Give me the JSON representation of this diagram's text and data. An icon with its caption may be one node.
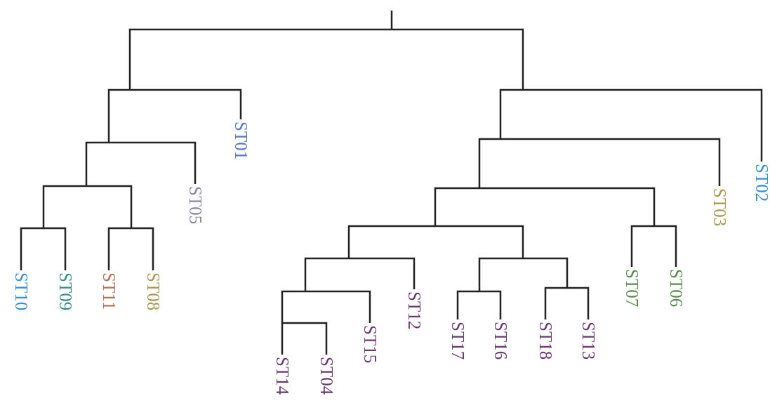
{
  "diagram": {
    "nodes": [
      {
        "text": [
          "ST10"
        ]
      },
      {
        "text": [
          "ST09"
        ]
      },
      {
        "text": [
          "ST11"
        ]
      },
      {
        "text": [
          "ST08"
        ]
      },
      {
        "text": [
          "ST05"
        ]
      },
      {
        "text": [
          "ST01"
        ]
      },
      {
        "text": [
          "ST14"
        ]
      },
      {
        "text": [
          "ST04"
        ]
      },
      {
        "text": [
          "ST15"
        ]
      },
      {
        "text": [
          "ST12"
        ]
      },
      {
        "text": [
          "ST17"
        ]
      },
      {
        "text": [
          "ST16"
        ]
      },
      {
        "text": [
          "ST18"
        ]
      },
      {
        "text": [
          "ST13"
        ]
      },
      {
        "text": [
          "ST07"
        ]
      },
      {
        "text": [
          "ST06"
        ]
      },
      {
        "text": [
          "ST03"
        ]
      },
      {
        "text": [
          "ST02"
        ]
      }
    ],
    "edges": [
      {
        "from": null,
        "to": 0,
        "arrow": "none"
      },
      {
        "from": null,
        "to": 1,
        "arrow": "none"
      },
      {
        "from": null,
        "to": 2,
        "arrow": "none"
      },
      {
        "from": null,
        "to": 3,
        "arrow": "none"
      },
      {
        "from": null,
        "to": 4,
        "arrow": "none"
      },
      {
        "from": null,
        "to": 5,
        "arrow": "none"
      },
      {
        "from": null,
        "to": 6,
        "arrow": "none"
      },
      {
        "from": null,
        "to": 7,
        "arrow": "none"
      },
      {
        "from": null,
        "to": 8,
        "arrow": "none"
      },
      {
        "from": null,
        "to": 9,
        "arrow": "none"
      },
      {
        "from": null,
        "to": 10,
        "arrow": "none"
      },
      {
        "from": null,
        "to": 11,
        "arrow": "none"
      },
      {
        "from": null,
        "to": 12,
        "arrow": "none"
      },
      {
        "from": null,
        "to": 13,
        "arrow": "none"
      },
      {
        "from": null,
        "to": 14,
        "arrow": "none"
      },
      {
        "from": null,
        "to": 15,
        "arrow": "none"
      },
      {
        "from": null,
        "to": 16,
        "arrow": "none"
      },
      {
        "from": null,
        "to": 17,
        "arrow": "none"
      }
    ]
  }
}
